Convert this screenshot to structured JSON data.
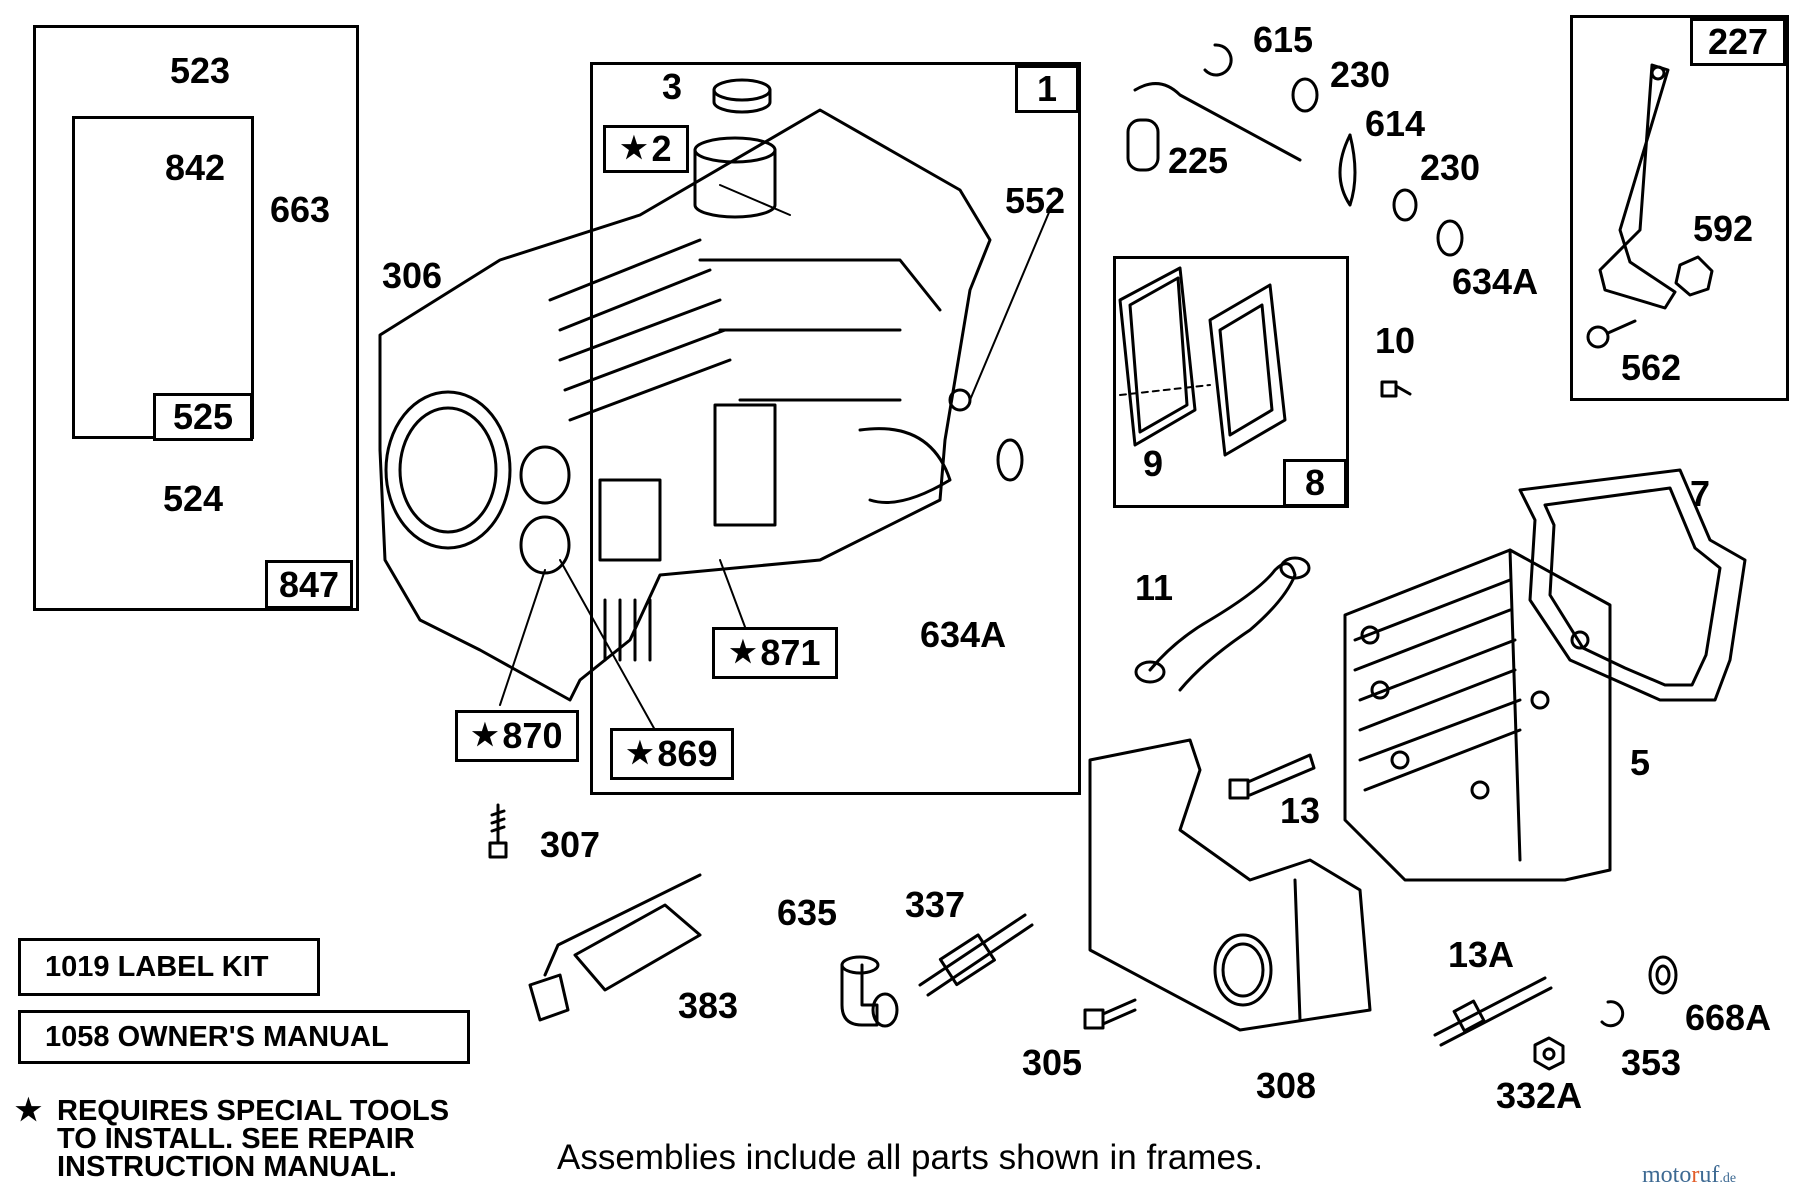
{
  "frames": {
    "dipstick": "847",
    "dipstick_inner": "525",
    "cylinder": "1",
    "governor_lever": "227",
    "breather": "8"
  },
  "starred_callouts": [
    {
      "star": "★",
      "num": "2"
    },
    {
      "star": "★",
      "num": "871"
    },
    {
      "star": "★",
      "num": "870"
    },
    {
      "star": "★",
      "num": "869"
    }
  ],
  "part_numbers": {
    "p523": "523",
    "p842": "842",
    "p663": "663",
    "p524": "524",
    "p3": "3",
    "p306": "306",
    "p552": "552",
    "p634a_a": "634A",
    "p615": "615",
    "p230_a": "230",
    "p225": "225",
    "p614": "614",
    "p230_b": "230",
    "p634a_b": "634A",
    "p592": "592",
    "p562": "562",
    "p10": "10",
    "p9": "9",
    "p7": "7",
    "p11": "11",
    "p5": "5",
    "p13": "13",
    "p307": "307",
    "p635": "635",
    "p337": "337",
    "p383": "383",
    "p305": "305",
    "p308": "308",
    "p13a": "13A",
    "p668a": "668A",
    "p353": "353",
    "p332a": "332A"
  },
  "kits": [
    "1019 LABEL KIT",
    "1058 OWNER'S MANUAL"
  ],
  "note": {
    "star": "★",
    "lines": [
      "REQUIRES SPECIAL TOOLS",
      "TO INSTALL.  SEE REPAIR",
      "INSTRUCTION MANUAL."
    ]
  },
  "caption": "Assemblies include all parts shown in frames.",
  "watermark": {
    "pre": "moto",
    "mid": "r",
    "post": "uf",
    "suffix": ".de"
  }
}
